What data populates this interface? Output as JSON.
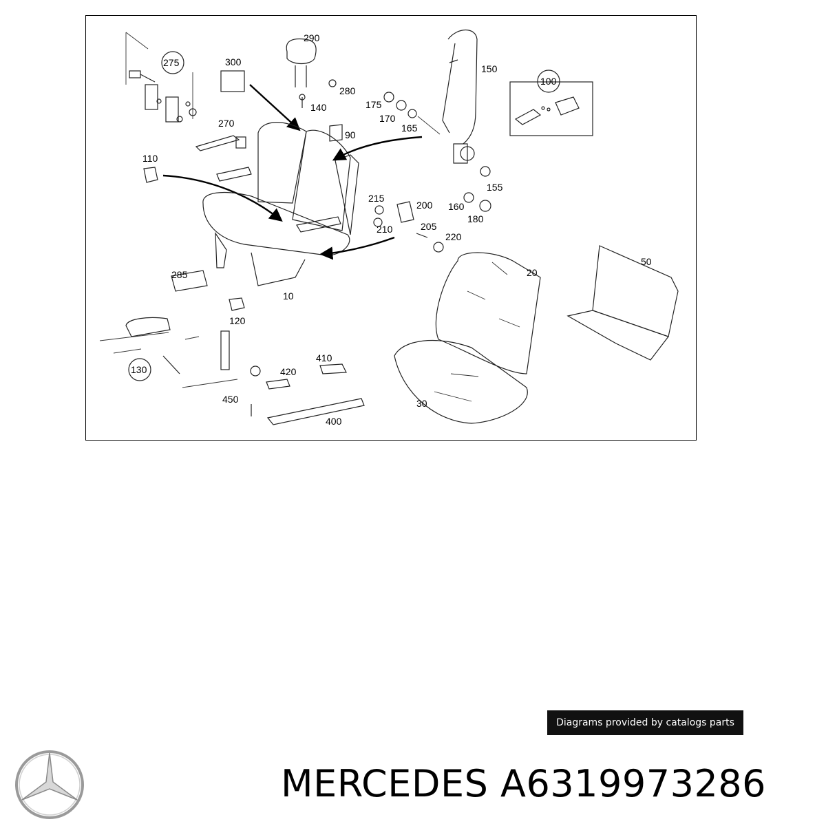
{
  "diagram": {
    "callouts": [
      "290",
      "300",
      "275",
      "280",
      "140",
      "150",
      "100",
      "175",
      "170",
      "165",
      "270",
      "90",
      "110",
      "215",
      "200",
      "210",
      "205",
      "220",
      "155",
      "160",
      "180",
      "285",
      "10",
      "20",
      "50",
      "120",
      "130",
      "410",
      "420",
      "450",
      "400",
      "30"
    ],
    "circled": [
      "275",
      "100",
      "130"
    ]
  },
  "caption": "Diagrams provided by catalogs parts",
  "brand": {
    "name": "MERCEDES",
    "part_number": "A6319973286",
    "logo_icon": "mercedes-star-icon"
  }
}
